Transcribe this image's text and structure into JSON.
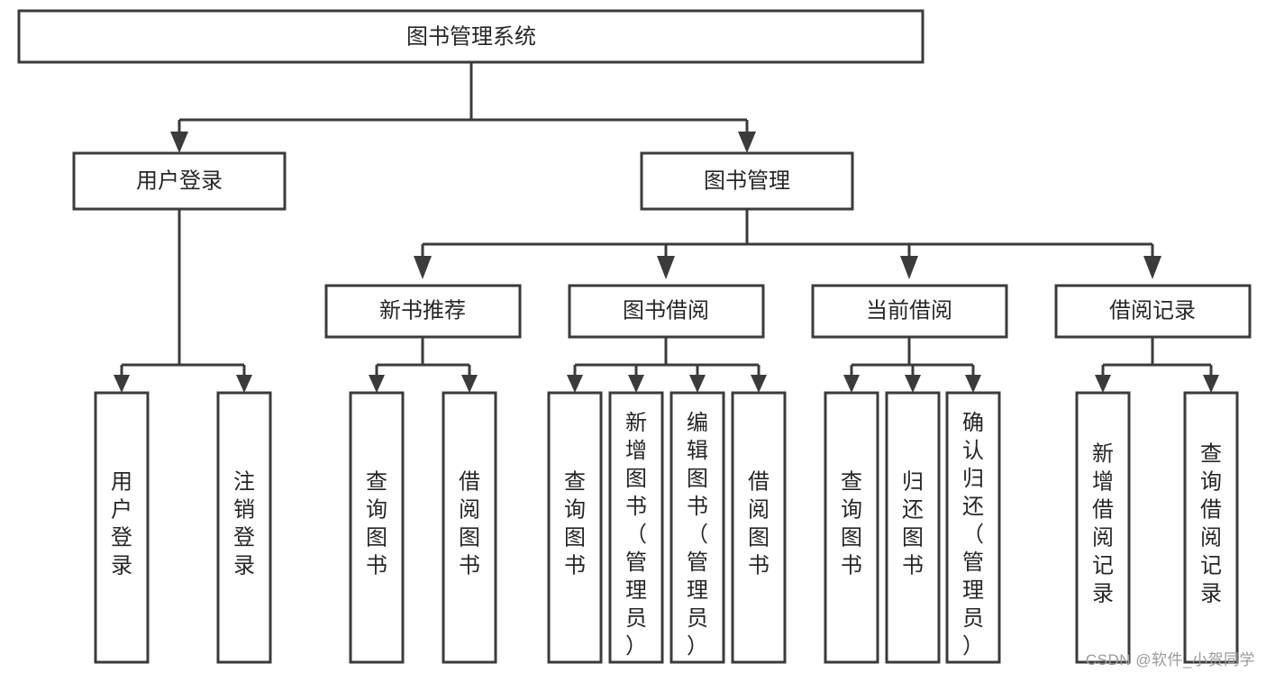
{
  "diagram": {
    "type": "tree",
    "title": "图书管理系统",
    "watermark": "CSDN @软件_小贺同学",
    "colors": {
      "box_stroke": "#3b3b3b",
      "box_fill": "#ffffff",
      "text": "#262626",
      "connector": "#3b3b3b",
      "watermark": "#9a9a9a",
      "background": "#ffffff"
    },
    "root": {
      "label": "图书管理系统"
    },
    "level1": [
      {
        "label": "用户登录"
      },
      {
        "label": "图书管理"
      }
    ],
    "level2": [
      {
        "label": "新书推荐"
      },
      {
        "label": "图书借阅"
      },
      {
        "label": "当前借阅"
      },
      {
        "label": "借阅记录"
      }
    ],
    "leaves": {
      "user_login": [
        {
          "label": "用户登录",
          "lines": [
            "用",
            "户",
            "登",
            "录"
          ]
        },
        {
          "label": "注销登录",
          "lines": [
            "注",
            "销",
            "登",
            "录"
          ]
        }
      ],
      "new_book_recommend": [
        {
          "label": "查询图书",
          "lines": [
            "查",
            "询",
            "图",
            "书"
          ]
        },
        {
          "label": "借阅图书",
          "lines": [
            "借",
            "阅",
            "图",
            "书"
          ]
        }
      ],
      "book_borrow": [
        {
          "label": "查询图书",
          "lines": [
            "查",
            "询",
            "图",
            "书"
          ]
        },
        {
          "label": "新增图书（管理员）",
          "lines": [
            "新",
            "增",
            "图",
            "书",
            "（",
            "管",
            "理",
            "员",
            "）"
          ]
        },
        {
          "label": "编辑图书（管理员）",
          "lines": [
            "编",
            "辑",
            "图",
            "书",
            "（",
            "管",
            "理",
            "员",
            "）"
          ]
        },
        {
          "label": "借阅图书",
          "lines": [
            "借",
            "阅",
            "图",
            "书"
          ]
        }
      ],
      "current_borrow": [
        {
          "label": "查询图书",
          "lines": [
            "查",
            "询",
            "图",
            "书"
          ]
        },
        {
          "label": "归还图书",
          "lines": [
            "归",
            "还",
            "图",
            "书"
          ]
        },
        {
          "label": "确认归还（管理员）",
          "lines": [
            "确",
            "认",
            "归",
            "还",
            "（",
            "管",
            "理",
            "员",
            "）"
          ]
        }
      ],
      "borrow_record": [
        {
          "label": "新增借阅记录",
          "lines": [
            "新",
            "增",
            "借",
            "阅",
            "记",
            "录"
          ]
        },
        {
          "label": "查询借阅记录",
          "lines": [
            "查",
            "询",
            "借",
            "阅",
            "记",
            "录"
          ]
        }
      ]
    }
  }
}
